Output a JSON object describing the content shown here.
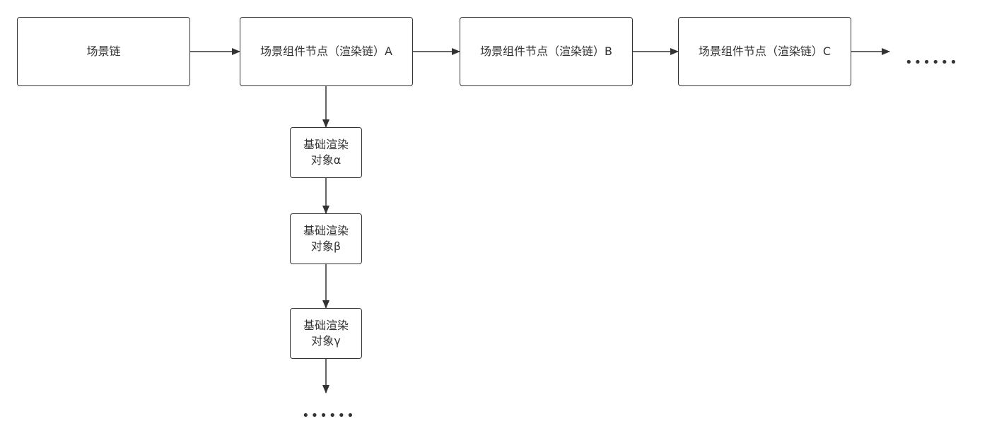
{
  "diagram": {
    "chain_nodes": [
      {
        "id": "scene",
        "label": "场景链"
      },
      {
        "id": "a",
        "label": "场景组件节点（渲染链）A"
      },
      {
        "id": "b",
        "label": "场景组件节点（渲染链）B"
      },
      {
        "id": "c",
        "label": "场景组件节点（渲染链）C"
      }
    ],
    "render_objects": [
      {
        "id": "alpha",
        "line1": "基础渲染",
        "line2": "对象α"
      },
      {
        "id": "beta",
        "line1": "基础渲染",
        "line2": "对象β"
      },
      {
        "id": "gamma",
        "line1": "基础渲染",
        "line2": "对象γ"
      }
    ],
    "horizontal_ellipsis": "••••••",
    "vertical_ellipsis": "••••••",
    "edges": [
      {
        "from": "scene",
        "to": "a"
      },
      {
        "from": "a",
        "to": "b"
      },
      {
        "from": "b",
        "to": "c"
      },
      {
        "from": "c",
        "to": "horizontal_ellipsis"
      },
      {
        "from": "a",
        "to": "alpha"
      },
      {
        "from": "alpha",
        "to": "beta"
      },
      {
        "from": "beta",
        "to": "gamma"
      },
      {
        "from": "gamma",
        "to": "vertical_ellipsis"
      }
    ],
    "colors": {
      "stroke": "#333333",
      "text": "#333333",
      "background": "#ffffff"
    }
  }
}
